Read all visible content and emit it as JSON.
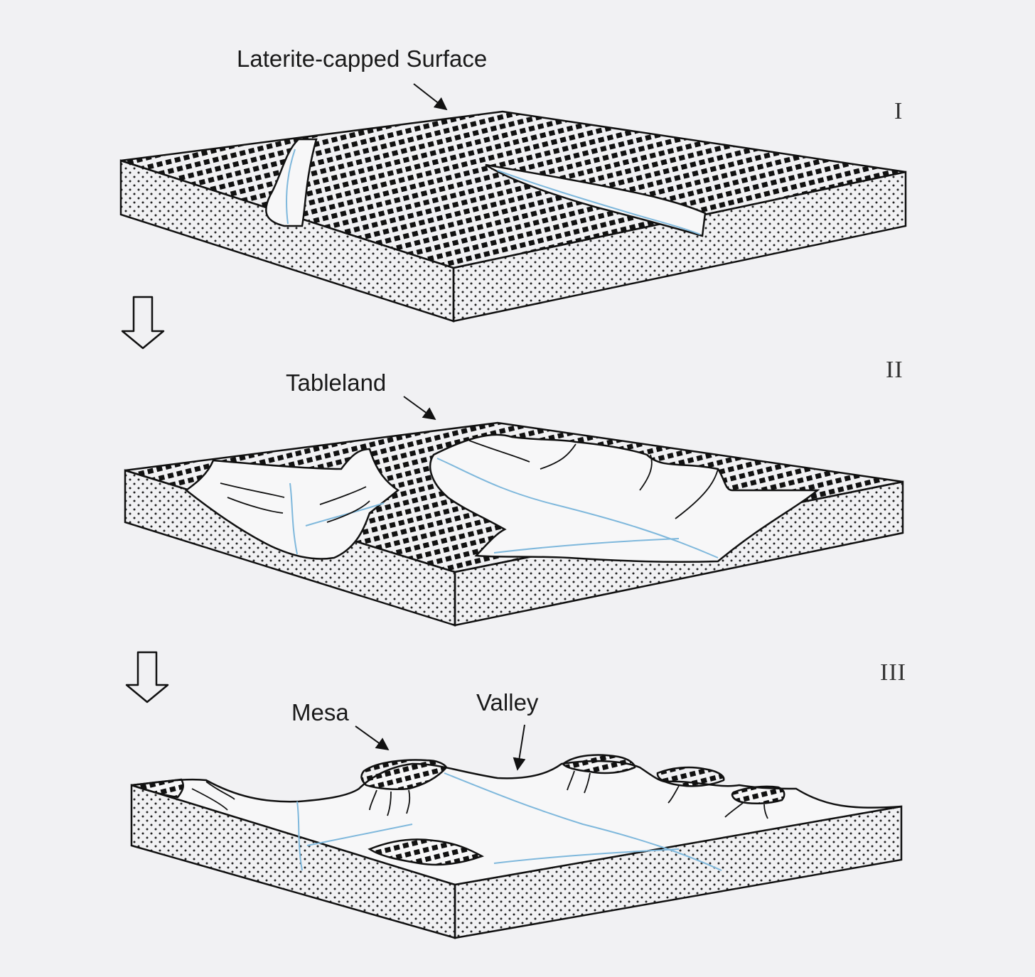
{
  "stages": [
    {
      "numeral": "I",
      "label": "Laterite-capped Surface"
    },
    {
      "numeral": "II",
      "label": "Tableland"
    },
    {
      "numeral": "III",
      "labels": [
        "Mesa",
        "Valley"
      ]
    }
  ],
  "colors": {
    "background": "#f1f1f3",
    "ink": "#111111",
    "river": "#7fb8dc",
    "valley_floor": "#f7f7f8"
  },
  "icons": [
    "down-arrow-icon"
  ]
}
